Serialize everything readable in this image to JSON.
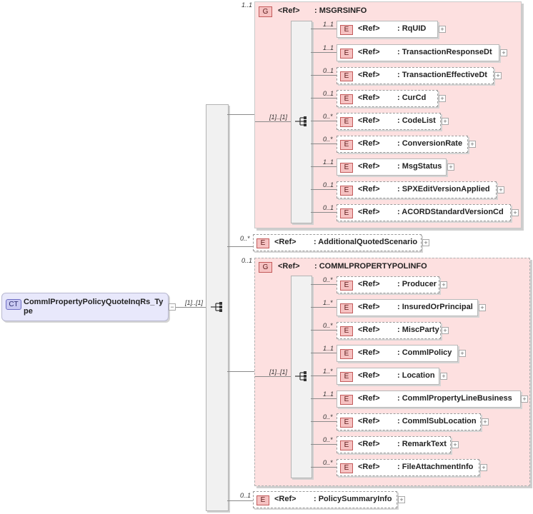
{
  "complex_type": {
    "badge": "CT",
    "name": "CommlPropertyPolicyQuoteInqRs_Type"
  },
  "root_sequence": {
    "cardinality": "[1]..[1]"
  },
  "msgrsinfo": {
    "cardinality": "1..1",
    "badge": "G",
    "ref": "<Ref>",
    "name": ": MSGRSINFO",
    "sequence_cardinality": "[1]..[1]",
    "items": [
      {
        "card": "1..1",
        "badge": "E",
        "ref": "<Ref>",
        "name": ": RqUID"
      },
      {
        "card": "1..1",
        "badge": "E",
        "ref": "<Ref>",
        "name": ": TransactionResponseDt"
      },
      {
        "card": "0..1",
        "badge": "E",
        "ref": "<Ref>",
        "name": ": TransactionEffectiveDt"
      },
      {
        "card": "0..1",
        "badge": "E",
        "ref": "<Ref>",
        "name": ": CurCd"
      },
      {
        "card": "0..*",
        "badge": "E",
        "ref": "<Ref>",
        "name": ": CodeList"
      },
      {
        "card": "0..*",
        "badge": "E",
        "ref": "<Ref>",
        "name": ": ConversionRate"
      },
      {
        "card": "1..1",
        "badge": "E",
        "ref": "<Ref>",
        "name": ": MsgStatus"
      },
      {
        "card": "0..1",
        "badge": "E",
        "ref": "<Ref>",
        "name": ": SPXEditVersionApplied"
      },
      {
        "card": "0..1",
        "badge": "E",
        "ref": "<Ref>",
        "name": ": ACORDStandardVersionCd"
      }
    ]
  },
  "additional": {
    "card": "0..*",
    "badge": "E",
    "ref": "<Ref>",
    "name": ": AdditionalQuotedScenario"
  },
  "commlpropertypolinfo": {
    "cardinality": "0..1",
    "badge": "G",
    "ref": "<Ref>",
    "name": ": COMMLPROPERTYPOLINFO",
    "sequence_cardinality": "[1]..[1]",
    "items": [
      {
        "card": "0..*",
        "badge": "E",
        "ref": "<Ref>",
        "name": ": Producer"
      },
      {
        "card": "1..*",
        "badge": "E",
        "ref": "<Ref>",
        "name": ": InsuredOrPrincipal"
      },
      {
        "card": "0..*",
        "badge": "E",
        "ref": "<Ref>",
        "name": ": MiscParty"
      },
      {
        "card": "1..1",
        "badge": "E",
        "ref": "<Ref>",
        "name": ": CommlPolicy"
      },
      {
        "card": "1..*",
        "badge": "E",
        "ref": "<Ref>",
        "name": ": Location"
      },
      {
        "card": "1..1",
        "badge": "E",
        "ref": "<Ref>",
        "name": ": CommlPropertyLineBusiness"
      },
      {
        "card": "0..*",
        "badge": "E",
        "ref": "<Ref>",
        "name": ": CommlSubLocation"
      },
      {
        "card": "0..*",
        "badge": "E",
        "ref": "<Ref>",
        "name": ": RemarkText"
      },
      {
        "card": "0..*",
        "badge": "E",
        "ref": "<Ref>",
        "name": ": FileAttachmentInfo"
      }
    ]
  },
  "summary": {
    "card": "0..1",
    "badge": "E",
    "ref": "<Ref>",
    "name": ": PolicySummaryInfo"
  },
  "expander_glyph": "+",
  "collapse_glyph": "−"
}
